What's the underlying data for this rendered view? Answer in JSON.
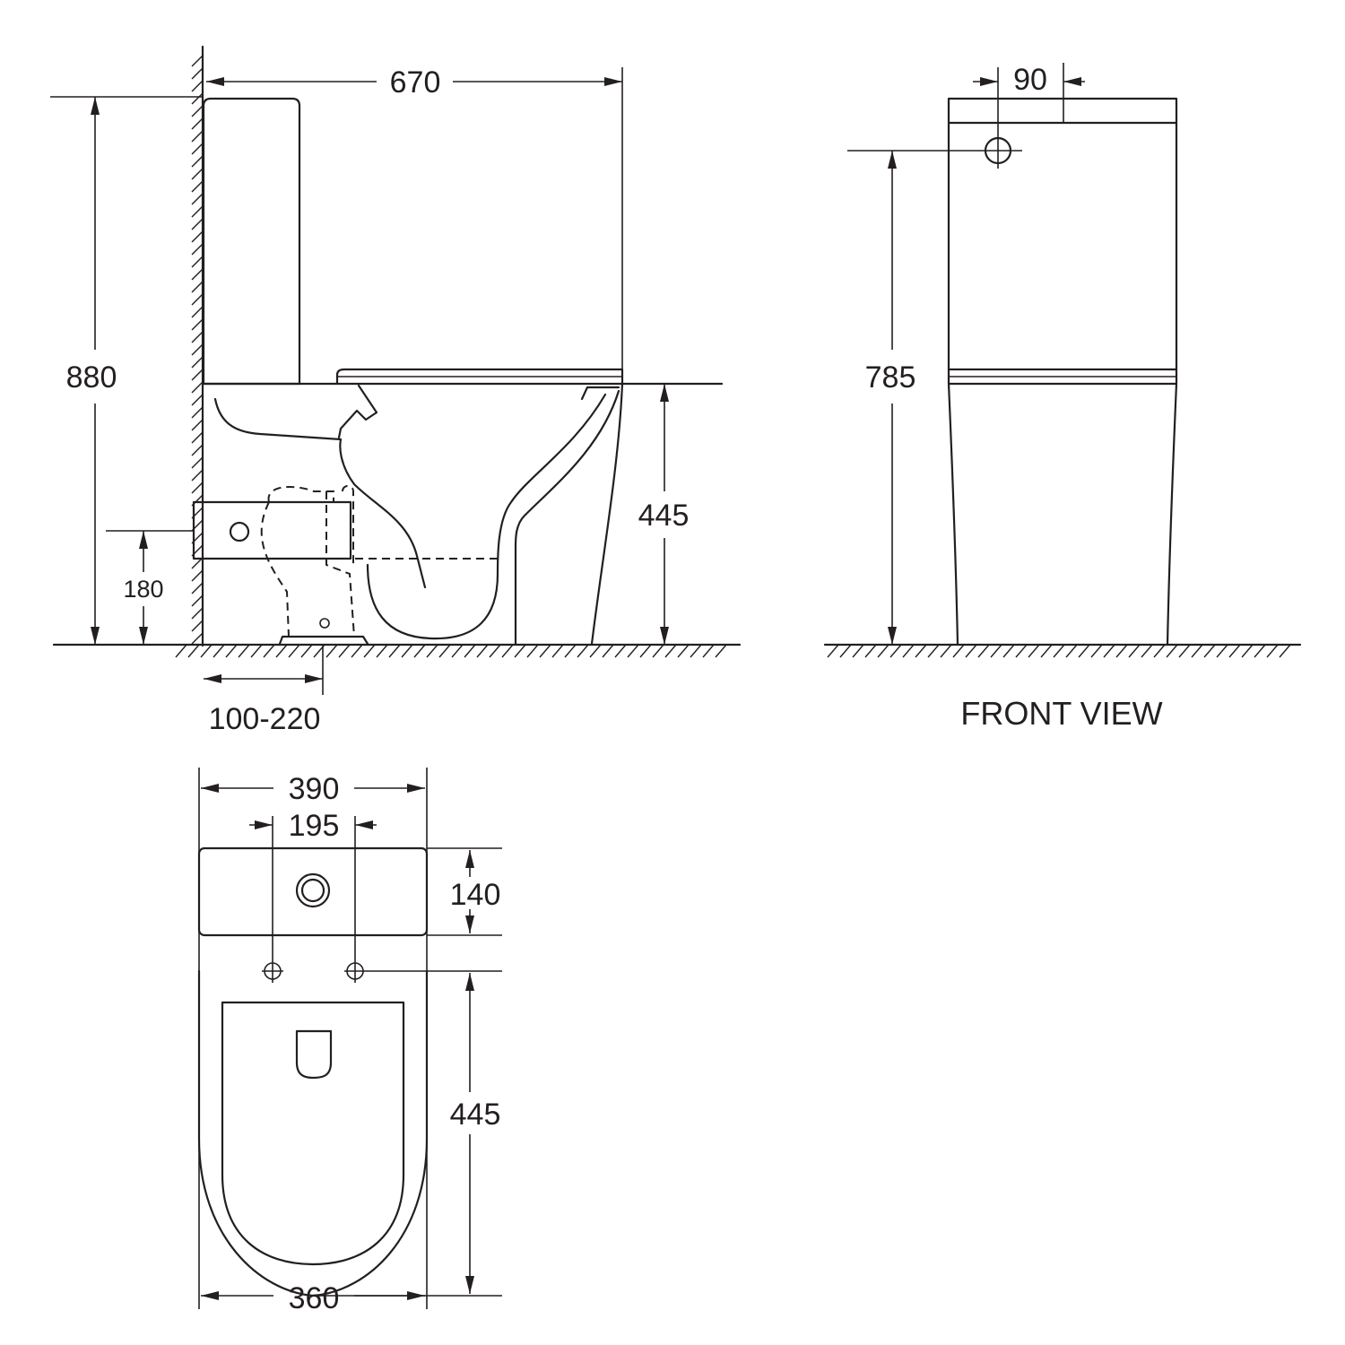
{
  "dimensions": {
    "overall_depth": "670",
    "overall_height": "880",
    "bowl_height_side": "445",
    "outlet_height": "180",
    "rough_in": "100-220",
    "inlet_offset": "90",
    "inlet_height": "785",
    "tank_width": "390",
    "bolt_spacing": "195",
    "tank_depth": "140",
    "bowl_length": "445",
    "base_width": "360"
  },
  "labels": {
    "front_view": "FRONT VIEW"
  }
}
